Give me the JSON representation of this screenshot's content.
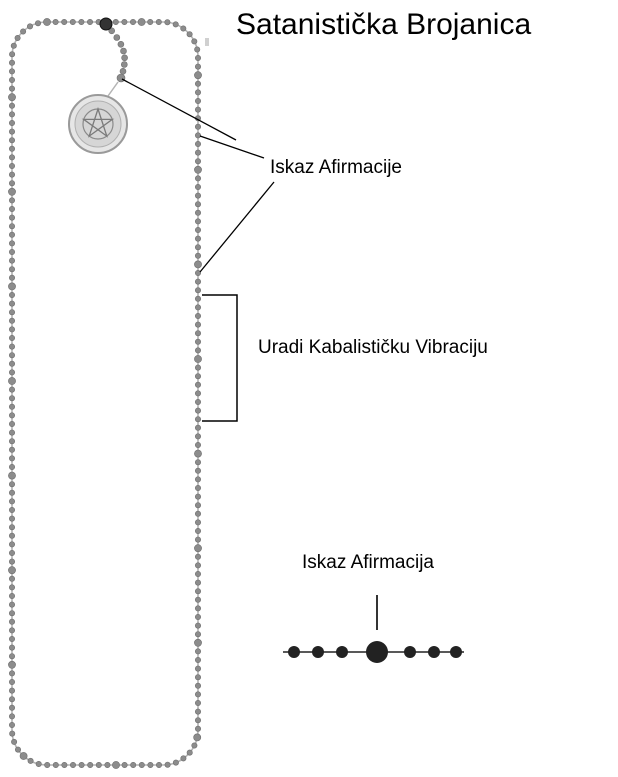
{
  "title": "Satanistička Brojanica",
  "labels": {
    "affirmation_top": "Iskaz Afirmacije",
    "kabbalistic": "Uradi Kabalističku Vibraciju",
    "affirmation_legend": "Iskaz Afirmacija"
  },
  "colors": {
    "bead": "#8c8c8c",
    "bead_outline": "#6e6e6e",
    "link": "#b4b4b4",
    "medallion": "#d8d8d8",
    "ink": "#000000"
  },
  "icons": {
    "medallion": "pentagram-medallion-icon",
    "top_bead": "dark-bead-icon"
  }
}
